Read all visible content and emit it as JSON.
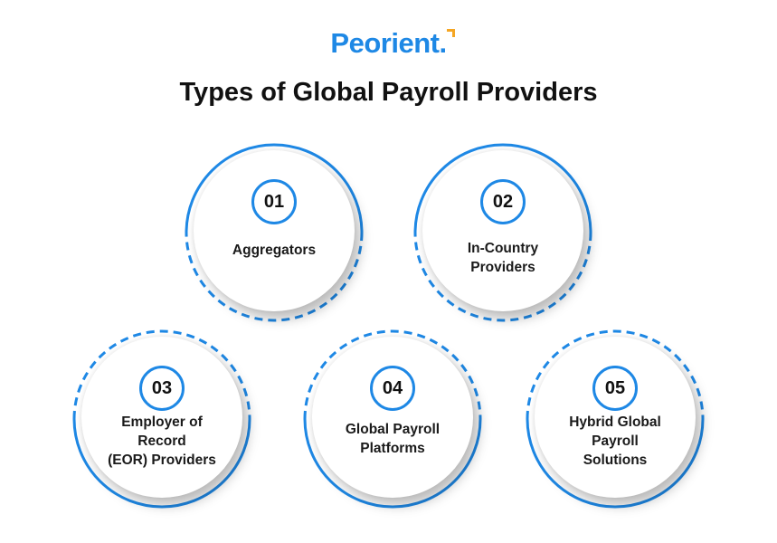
{
  "brand": {
    "name": "Peorient",
    "dot": ".",
    "color": "#1e88e5",
    "accent_color": "#f5a623"
  },
  "title": "Types of Global Payroll Providers",
  "colors": {
    "ring": "#1e88e5",
    "text": "#111111"
  },
  "items": [
    {
      "number": "01",
      "label_lines": [
        "Aggregators"
      ]
    },
    {
      "number": "02",
      "label_lines": [
        "In-Country",
        "Providers"
      ]
    },
    {
      "number": "03",
      "label_lines": [
        "Employer of",
        "Record",
        "(EOR) Providers"
      ]
    },
    {
      "number": "04",
      "label_lines": [
        "Global Payroll",
        "Platforms"
      ]
    },
    {
      "number": "05",
      "label_lines": [
        "Hybrid Global",
        "Payroll",
        "Solutions"
      ]
    }
  ]
}
